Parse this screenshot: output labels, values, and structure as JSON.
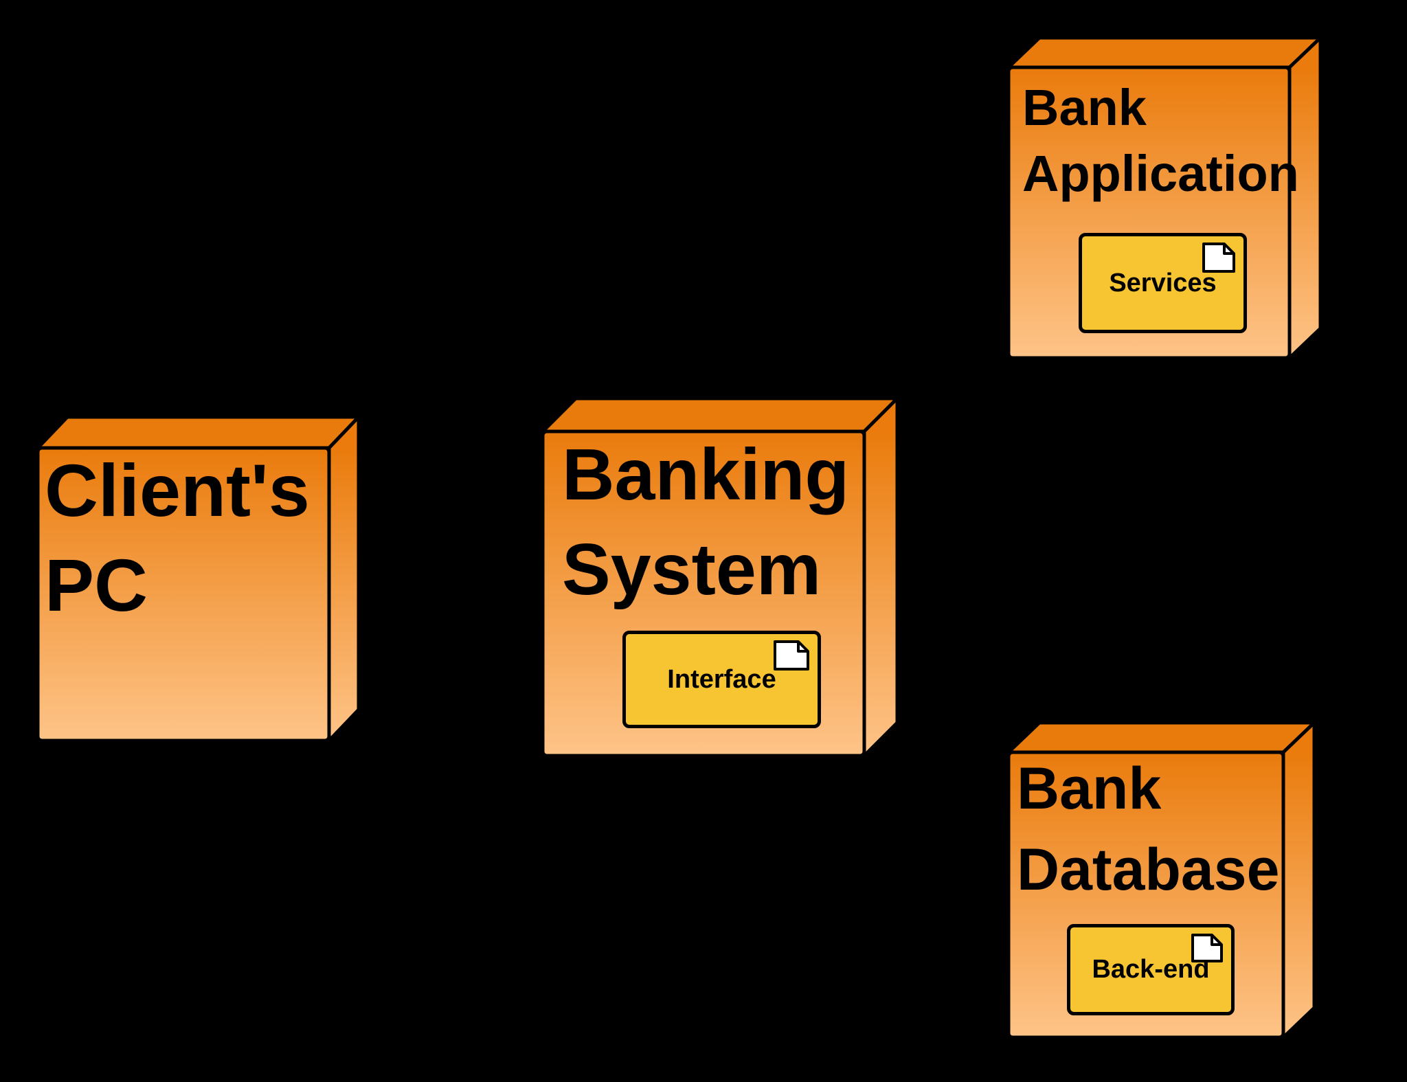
{
  "diagram": {
    "type": "uml-deployment-diagram",
    "background_color": "#000000",
    "connections": []
  },
  "colors": {
    "node_top": "#E87B0C",
    "node_gradient_top": "#EA7B0C",
    "node_gradient_bottom": "#FEC488",
    "component_fill": "#F7C531",
    "outline": "#000000",
    "title_text": "#000000"
  },
  "nodes": [
    {
      "id": "clients-pc",
      "title_lines": [
        "Client's",
        "PC"
      ],
      "component": null
    },
    {
      "id": "banking-system",
      "title_lines": [
        "Banking",
        "System"
      ],
      "component": {
        "label": "Interface",
        "icon": "document-icon"
      }
    },
    {
      "id": "bank-application",
      "title_lines": [
        "Bank",
        "Application"
      ],
      "component": {
        "label": "Services",
        "icon": "document-icon"
      }
    },
    {
      "id": "bank-database",
      "title_lines": [
        "Bank",
        "Database"
      ],
      "component": {
        "label": "Back-end",
        "icon": "document-icon"
      }
    }
  ]
}
